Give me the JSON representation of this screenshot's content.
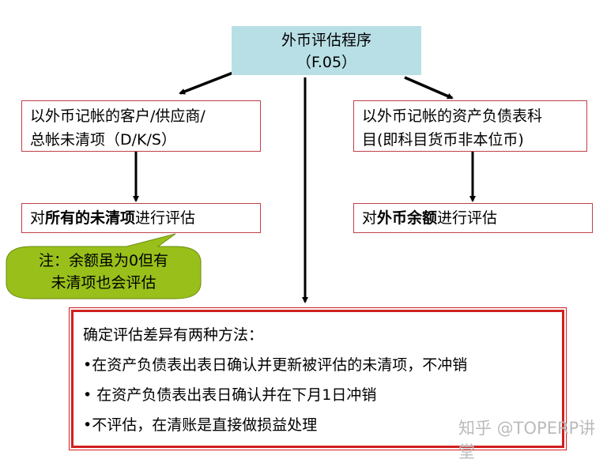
{
  "title": {
    "line1": "外币评估程序",
    "line2": "（F.05）",
    "bg": "#b9dfe6"
  },
  "left_top": {
    "line1": "以外币记帐的客户/供应商/",
    "line2": "总帐未清项（D/K/S）"
  },
  "right_top": {
    "line1": "以外币记帐的资产负债表科",
    "line2": "目(即科目货币非本位币)"
  },
  "left_bottom": {
    "pre": "对",
    "bold": "所有的未清项",
    "post": "进行评估"
  },
  "right_bottom": {
    "pre": "对",
    "bold": "外币余额",
    "post": "进行评估"
  },
  "callout": {
    "line1": "注：余额虽为0但有",
    "line2": "未清项也会评估",
    "fill": "#99c01a"
  },
  "methods": {
    "heading": "确定评估差异有两种方法：",
    "items": [
      "•在资产负债表出表日确认并更新被评估的未清项，不冲销",
      "• 在资产负债表出表日确认并在下月1日冲销",
      "•不评估，在清账是直接做损益处理"
    ],
    "border": "#d02020"
  },
  "watermark": "知乎 @TOPERP讲堂"
}
